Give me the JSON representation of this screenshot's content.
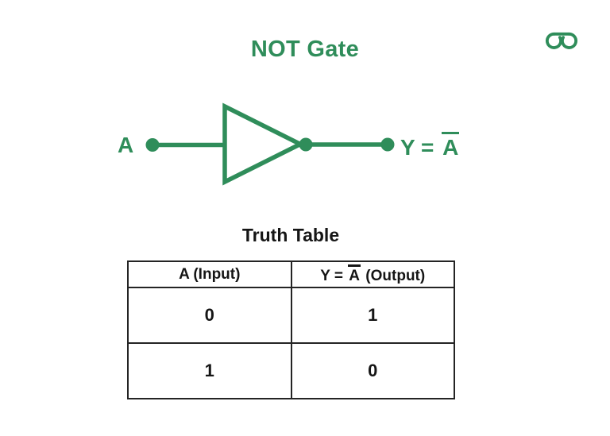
{
  "header": {
    "title": "NOT Gate"
  },
  "branding": {
    "logo_icon": "geeksforgeeks-logo"
  },
  "colors": {
    "green": "#2f8d5a",
    "text": "#151515",
    "table_border": "#242424",
    "background": "#ffffff"
  },
  "diagram": {
    "input_label": "A",
    "output_prefix": "Y = ",
    "output_var": "A"
  },
  "truth_table": {
    "title": "Truth Table",
    "header": {
      "col1": "A (Input)",
      "col2_prefix": "Y = ",
      "col2_var": "A",
      "col2_suffix": " (Output)"
    },
    "rows": [
      {
        "a": "0",
        "y": "1"
      },
      {
        "a": "1",
        "y": "0"
      }
    ]
  }
}
